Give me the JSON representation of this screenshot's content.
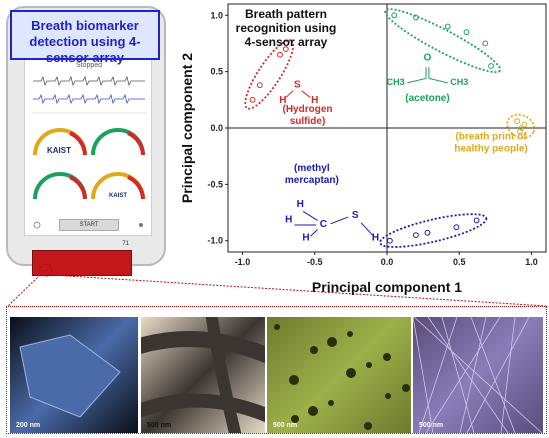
{
  "phone": {
    "title": "Breath biomarker detection using 4-sensor array",
    "status": "Stopped",
    "logo1": "KAIST",
    "logo2": "KAIST",
    "start_label": "START",
    "board_number": "71"
  },
  "chart_data": {
    "type": "scatter",
    "title": "Breath pattern recognition using 4-sensor array",
    "xlabel": "Principal component 1",
    "ylabel": "Principal component 2",
    "xlim": [
      -1.1,
      1.1
    ],
    "ylim": [
      -1.1,
      1.1
    ],
    "xticks": [
      -1.0,
      -0.5,
      0.0,
      0.5,
      1.0
    ],
    "yticks": [
      -1.0,
      -0.5,
      0.0,
      0.5,
      1.0
    ],
    "xtick_labels": [
      "-1.0",
      "-0.5",
      "0.0",
      "0.5",
      "1.0"
    ],
    "ytick_labels": [
      "-1.0",
      "-0.5",
      "0.0",
      "0.5",
      "1.0"
    ],
    "groups": [
      {
        "name": "(Hydrogen sulfide)",
        "color": "#d22a2a",
        "points": [
          [
            -0.93,
            0.25
          ],
          [
            -0.88,
            0.38
          ],
          [
            -0.74,
            0.65
          ],
          [
            -0.7,
            0.7
          ]
        ],
        "label_lines": [
          "(Hydrogen",
          "sulfide)"
        ]
      },
      {
        "name": "(acetone)",
        "color": "#1aa25c",
        "points": [
          [
            0.05,
            1.0
          ],
          [
            0.2,
            0.98
          ],
          [
            0.42,
            0.9
          ],
          [
            0.55,
            0.85
          ],
          [
            0.68,
            0.75
          ],
          [
            0.72,
            0.55
          ]
        ],
        "label_lines": [
          "(acetone)"
        ]
      },
      {
        "name": "(breath print of healthy people)",
        "color": "#e0a81a",
        "points": [
          [
            0.9,
            0.06
          ],
          [
            0.93,
            0.0
          ],
          [
            0.92,
            -0.03
          ],
          [
            0.95,
            0.03
          ]
        ],
        "label_lines": [
          "(breath print of",
          "healthy people)"
        ]
      },
      {
        "name": "(methyl mercaptan)",
        "color": "#1a1ab4",
        "points": [
          [
            0.02,
            -1.0
          ],
          [
            0.2,
            -0.95
          ],
          [
            0.28,
            -0.93
          ],
          [
            0.48,
            -0.88
          ],
          [
            0.62,
            -0.82
          ]
        ],
        "label_lines": [
          "(methyl",
          "mercaptan)"
        ]
      }
    ],
    "molecule_labels": {
      "h2s": [
        "H",
        "S",
        "H"
      ],
      "acetone": [
        "O",
        "CH3",
        "CH3"
      ],
      "mercaptan": [
        "H",
        "H",
        "H",
        "C",
        "S",
        "H"
      ]
    }
  },
  "micrographs": [
    {
      "scale": "200 nm",
      "tint": "#4a6aa8"
    },
    {
      "scale": "500 nm",
      "tint": "#3a3530"
    },
    {
      "scale": "500 nm",
      "tint": "#9eb04a"
    },
    {
      "scale": "500 nm",
      "tint": "#8a7cb8"
    }
  ]
}
